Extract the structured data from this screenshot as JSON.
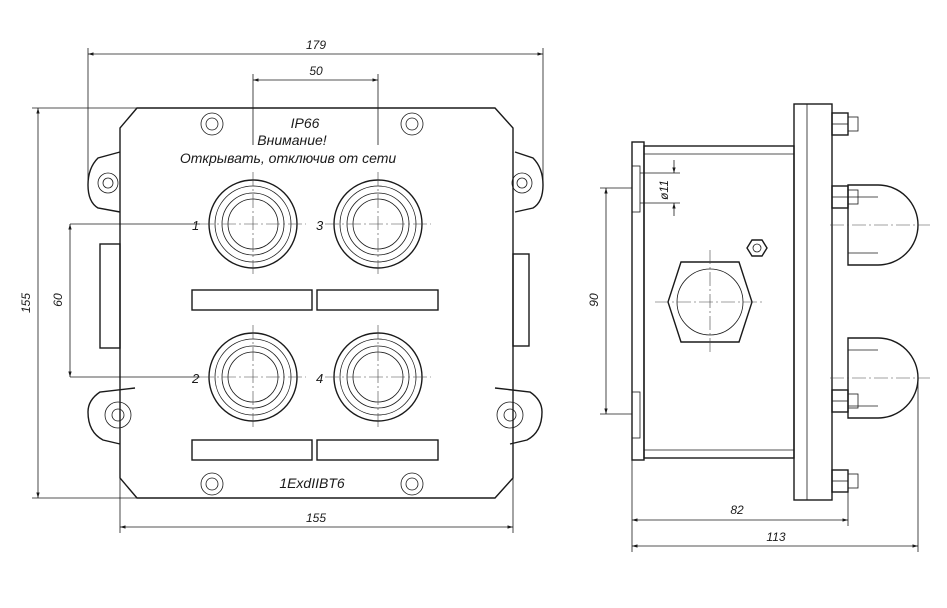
{
  "front_view": {
    "notes": {
      "rating": "IP66",
      "warning": "Внимание!",
      "instruction": "Открывать, отключив от сети",
      "marking": "1ExdIIBT6"
    },
    "gland_labels": [
      "1",
      "3",
      "2",
      "4"
    ],
    "dimensions": {
      "overall_width": "179",
      "gland_spacing_h": "50",
      "overall_height": "155",
      "gland_spacing_v": "60",
      "body_width": "155"
    }
  },
  "side_view": {
    "dimensions": {
      "hole_diameter": "ø11",
      "mount_spacing": "90",
      "depth_body": "82",
      "depth_total": "113"
    }
  }
}
